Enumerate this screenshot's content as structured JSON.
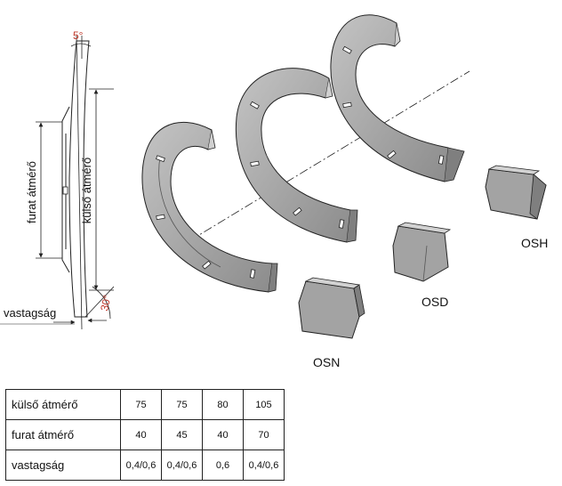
{
  "diagram": {
    "labels": {
      "outer_diameter": "külső átmérő",
      "bore_diameter": "furat átmérő",
      "thickness": "vastagság",
      "angle_top": "5°",
      "angle_bottom": "30°"
    },
    "segment_types": [
      "OSN",
      "OSD",
      "OSH"
    ],
    "colors": {
      "ring_fill": "#a6a6a6",
      "ring_dark": "#7f7f7f",
      "ring_light": "#d2d2d2",
      "angle_red": "#c0392b",
      "line": "#222222"
    }
  },
  "table": {
    "rows": [
      {
        "label": "külső átmérő",
        "values": [
          "75",
          "75",
          "80",
          "105"
        ]
      },
      {
        "label": "furat átmérő",
        "values": [
          "40",
          "45",
          "40",
          "70"
        ]
      },
      {
        "label": "vastagság",
        "values": [
          "0,4/0,6",
          "0,4/0,6",
          "0,6",
          "0,4/0,6"
        ]
      }
    ]
  }
}
